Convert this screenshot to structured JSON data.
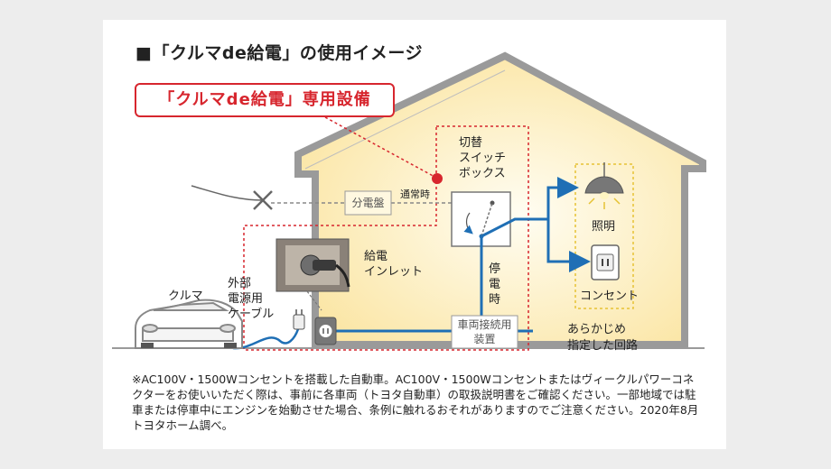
{
  "title": "■「クルマde給電」の使用イメージ",
  "callout": "「クルマde給電」専用設備",
  "labels": {
    "switch_box_1": "切替",
    "switch_box_2": "スイッチ",
    "switch_box_3": "ボックス",
    "normal": "通常時",
    "panel_board": "分電盤",
    "inlet_1": "給電",
    "inlet_2": "インレット",
    "outage_1": "停",
    "outage_2": "電",
    "outage_3": "時",
    "cable_1": "外部",
    "cable_2": "電源用",
    "cable_3": "ケーブル",
    "car": "クルマ",
    "light": "照明",
    "outlet": "コンセント",
    "connect_device_1": "車両接続用",
    "connect_device_2": "装置",
    "circuit_1": "あらかじめ",
    "circuit_2": "指定した回路"
  },
  "footnote": "※AC100V・1500Wコンセントを搭載した自動車。AC100V・1500Wコンセントまたはヴィークルパワーコネクターをお使いいただく際は、事前に各車両（トヨタ自動車）の取扱説明書をご確認ください。一部地域では駐車または停車中にエンジンを始動させた場合、条例に触れるおそれがありますのでご注意ください。2020年8月トヨタホーム調べ。",
  "colors": {
    "red": "#d7262e",
    "blue": "#1f6fb5",
    "house_fill": "#fbe9b0",
    "house_stroke": "#9a9a9a",
    "yellow_dash": "#e6c234"
  }
}
